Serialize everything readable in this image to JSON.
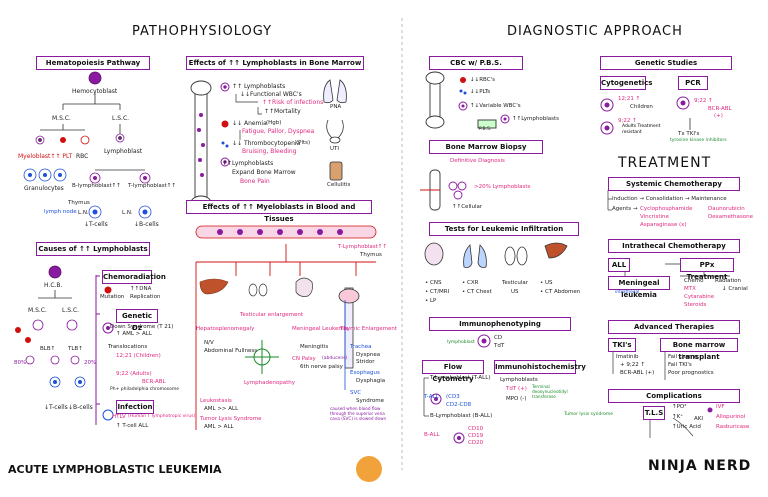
{
  "headers": {
    "pathophysiology": "PATHOPHYSIOLOGY",
    "diagnostic": "DIAGNOSTIC APPROACH",
    "treatment": "TREATMENT",
    "footer_title": "ACUTE LYMPHOBLASTIC LEUKEMIA",
    "brand": "NINJA NERD"
  },
  "boxes": {
    "hematopoiesis": "Hematopoiesis Pathway",
    "effects_bm": "Effects of ↑↑ Lymphoblasts in Bone Marrow",
    "causes": "Causes of ↑↑ Lymphoblasts",
    "effects_myelo": "Effects of ↑↑ Myeloblasts in Blood and Tissues",
    "cbc": "CBC w/ P.B.S.",
    "genetic_studies": "Genetic Studies",
    "bm_biopsy": "Bone Marrow Biopsy",
    "tests_infiltration": "Tests for Leukemic Infiltration",
    "immunophenotyping": "Immunophenotyping",
    "flow": "Flow Cytometry",
    "ihc": "Immunohistochemistry",
    "systemic": "Systemic Chemotherapy",
    "intrathecal": "Intrathecal Chemotherapy",
    "advanced": "Advanced Therapies",
    "complications": "Complications",
    "chemorad": "Chemoradiation",
    "genetic_dz": "Genetic Dz",
    "infection": "Infection",
    "cytogenetics": "Cytogenetics",
    "pcr": "PCR",
    "all": "ALL",
    "ppx": "PPx Treatment",
    "meningeal": "Meningeal leukemia",
    "tki": "TKI's",
    "bmt": "Bone marrow transplant",
    "tls": "T.L.S"
  },
  "hema": {
    "hemocytoblast": "Hemocytoblast",
    "msc": "M.S.C.",
    "lsc": "L.S.C.",
    "myelo": "Myeloblast↑↑ PLT",
    "rbc": "RBC",
    "granulocytes": "Granulocytes",
    "lymphoblast": "Lymphoblast",
    "blymph": "B-lymphoblast↑↑",
    "tlymph": "T-lymphoblast↑↑",
    "thymus": "Thymus",
    "lymph_node": "lymph node",
    "ln1": "L.N.",
    "ln2": "L.N.",
    "tcells": "↓T-cells",
    "bcells": "↓B-cells"
  },
  "bm": {
    "l1": "↑↑ Lymphoblasts",
    "l2": "↓↓Functional WBC's",
    "l3": "↑↑Risk of infections",
    "l4": "↑↑Mortality",
    "a1": "↓↓ Anemia",
    "a1s": "(Hgb)",
    "a2": "Fatigue, Pallor, Dyspnea",
    "t1": "↓↓ Thrombocytopenia",
    "t1s": "(Plts)",
    "t2": "Bruising, Bleeding",
    "e1": "↑↑Lymphoblasts",
    "e2": "Expand Bone Marrow",
    "e3": "Bone Pain",
    "pna": "PNA",
    "uti": "UTI",
    "cellulitis": "Cellulitis"
  },
  "causes": {
    "hcb": "H.C.B.",
    "msc": "M.S.C.",
    "lsc": "L.S.C.",
    "p80": "80%",
    "p20": "20%",
    "blb": "BLB↑",
    "tlb": "TLB↑",
    "tcells": "↓T-cells",
    "bcells": "↓B-cells",
    "dna": "↑↑DNA",
    "mutation": "Mutation",
    "replication": "Replication",
    "down": "Down Syndrome (T 21)",
    "down2": "↑ AML > ALL",
    "transloc": "Translocations",
    "t1221": "12;21 (Children)",
    "t922": "9;22 (Adults)",
    "bcrabl": "BCR-ABL",
    "ph": "Ph+ philadelphia chromosome",
    "htlv": "HTLV",
    "htlv2": "(Human T lymphotropic virus)",
    "tcellall": "↑ T-cell ALL"
  },
  "myelo": {
    "thymus": "T-Lymphoblast↑↑",
    "thymus2": "Thymus",
    "testicular": "Testicular enlargement",
    "hepato": "Hepatosplenomegaly",
    "nv": "N/V",
    "abd": "Abdominal Fullness",
    "meningeal": "Meningeal Leukemia",
    "meningitis": "Meningitis",
    "cnpalsy": "CN Palsy",
    "cn6": "6th nerve palsy",
    "cnnote": "(abducens)",
    "thymus_enl": "Thymic Enlargement",
    "trachea": "Trachea",
    "dyspnea": "Dyspnea",
    "stridor": "Stridor",
    "esophagus": "Esophagus",
    "dysphagia": "Dysphagia",
    "svc": "SVC",
    "svcsynd": "Syndrome",
    "svcnote": "caused when blood flow through the superior vena cava (SVC) is slowed down",
    "lymphaden": "Lymphadenopathy",
    "leukostasis": "Leukostasis",
    "leuk2": "AML >> ALL",
    "tls": "Tumor Lysis Syndrome",
    "tls2": "AML > ALL"
  },
  "cbc": {
    "rbc": "↓↓RBC's",
    "plt": "↓↓PLTs",
    "wbc": "↑↓Variable WBC's",
    "lb": "↑↑Lymphoblasts",
    "pbs": "P.B.S."
  },
  "genetic": {
    "c1": "12;21 ↑",
    "c1n": "Children",
    "c2": "9;22 ↑",
    "c2n": "Adults Treatment resistant",
    "pcr1": "9;22 ↑",
    "pcr2": "BCR-ABL",
    "pcr3": "(+)",
    "tki": "Tx TKI's",
    "tki2": "tyrosine kinase inhibitors"
  },
  "biopsy": {
    "dx": "Definitive Diagnosis",
    "pct": ">20% Lymphoblasts",
    "cell": "↑↑Cellular"
  },
  "tests": {
    "cns": "• CNS",
    "ctmri": "• CT/MRI",
    "lp": "• LP",
    "cxr": "• CXR",
    "ctchest": "• CT Chest",
    "testicular": "Testicular",
    "us": "US",
    "us2": "• US",
    "ctabd": "• CT Abdomen"
  },
  "immuno": {
    "cd": "CD",
    "tdt": "TdT",
    "lymphoblast": "lymphoblast",
    "flow_t": "T-Lymphoblast (T-ALL)",
    "t_all": "T-ALL",
    "cd3": "(CD3",
    "cd2": "CD2-CD8",
    "flow_b": "B-Lymphoblast (B-ALL)",
    "b_all": "B-ALL",
    "cd10": "CD10",
    "cd19": "CD19",
    "cd20": "CD20",
    "ihc1": "Lymphoblasts",
    "ihc2": "TdT (+)",
    "ihc2n": "Terminal deoxynucleotidyl transferase",
    "ihc3": "MPO (-)"
  },
  "treatment": {
    "induction": "Induction → Consolidation → Maintenance",
    "agents": "Agents →",
    "cyclo": "Cyclophosphamide",
    "vinc": "Vincristine",
    "aspar": "Asparaginase (x)",
    "dauno": "Daunorubicin",
    "dexa": "Dexamethasone",
    "chemo": "Chemo",
    "radiation": "Radiation",
    "cranial": "↓ Cranial",
    "mtx": "MTX",
    "cytarabine": "Cytarabine",
    "steroids": "Steroids",
    "imatinib": "Imatinib",
    "imat2": "+ 9;22 ↑",
    "imat3": "BCR-ABL (+)",
    "fail1": "Fail chemo",
    "fail2": "Fail TKI's",
    "fail3": "Poor prognostics",
    "po4": "↑PO⁴",
    "k": "↑K⁺",
    "uric": "↑Uric Acid",
    "aki": "AKI",
    "ivf": "IVF",
    "allopurinol": "Allopurinol",
    "rasburicase": "Rasburicase",
    "tumor_lysis": "Tumor lysis syndrome",
    "intrathecal_lbl": "intrathecal"
  },
  "colors": {
    "purple": "#8a1aa0",
    "red": "#d01010",
    "pink": "#e0287f",
    "blue": "#1b50d8"
  }
}
